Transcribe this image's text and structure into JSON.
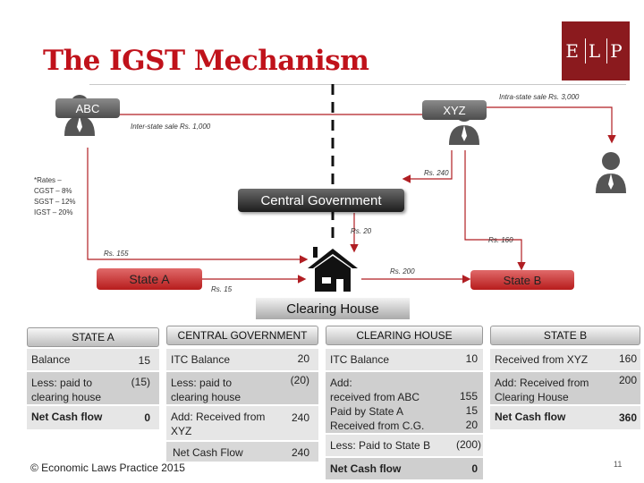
{
  "title": "The IGST Mechanism",
  "logo": {
    "letters": [
      "E",
      "L",
      "P"
    ]
  },
  "entities": {
    "abc": "ABC",
    "xyz": "XYZ",
    "central_government": "Central Government",
    "state_a": "State A",
    "state_b": "State B",
    "clearing_house": "Clearing House"
  },
  "flow_labels": {
    "intra_state_sale": "Intra-state sale Rs. 3,000",
    "inter_state_sale": "Inter-state sale Rs. 1,000",
    "rs_240": "Rs. 240",
    "rs_20": "Rs. 20",
    "rs_160": "Rs. 160",
    "rs_155": "Rs. 155",
    "rs_200": "Rs. 200",
    "rs_15": "Rs. 15"
  },
  "rates": [
    "*Rates –",
    "CGST – 8%",
    "SGST – 12%",
    "IGST – 20%"
  ],
  "tables": {
    "state_a": {
      "header": "STATE A",
      "rows": [
        {
          "label": "Balance",
          "value": "15"
        },
        {
          "label": "Less: paid to clearing house",
          "value": "(15)"
        },
        {
          "label": "Net Cash flow",
          "value": "0"
        }
      ]
    },
    "central_government": {
      "header": "CENTRAL GOVERNMENT",
      "rows": [
        {
          "label": "ITC Balance",
          "value": "20"
        },
        {
          "label": "Less: paid to clearing house",
          "value": "(20)"
        },
        {
          "label": "Add: Received from XYZ",
          "value": "240"
        },
        {
          "label": "Net Cash Flow",
          "value": "240"
        }
      ]
    },
    "clearing_house": {
      "header": "CLEARING HOUSE",
      "rows": [
        {
          "label": "ITC Balance",
          "value": "10"
        },
        {
          "label": "Add:",
          "sub": [
            "received from ABC",
            "Paid by State A",
            "Received from C.G."
          ],
          "values": [
            "155",
            "15",
            "20"
          ]
        },
        {
          "label": "Less: Paid to State B",
          "value": "(200)"
        },
        {
          "label": "Net Cash flow",
          "value": "0"
        }
      ]
    },
    "state_b": {
      "header": "STATE B",
      "rows": [
        {
          "label": "Received  from XYZ",
          "value": "160"
        },
        {
          "label": "Add: Received from Clearing House",
          "value": "200"
        },
        {
          "label": "Net Cash flow",
          "value": "360"
        }
      ]
    }
  },
  "footer": {
    "copyright": "© Economic Laws Practice 2015",
    "page_number": "11"
  },
  "colors": {
    "title_red": "#c0121b",
    "logo_maroon": "#8b1a1e",
    "arrow_red": "#b01e23"
  }
}
